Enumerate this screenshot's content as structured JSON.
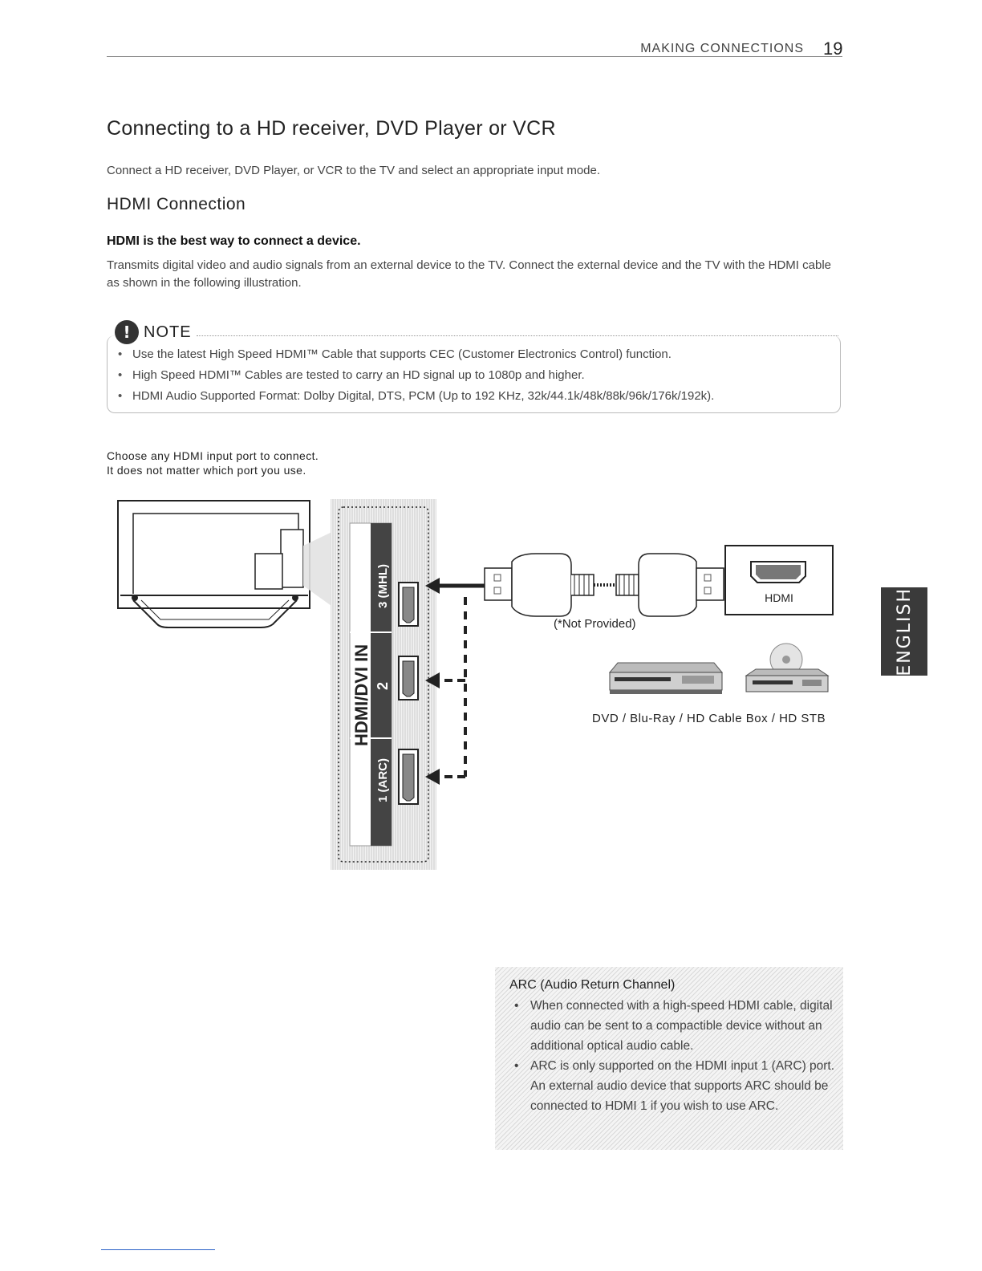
{
  "header": {
    "section": "MAKING CONNECTIONS",
    "page_number": "19"
  },
  "title": "Connecting to a HD receiver, DVD Player or VCR",
  "intro": "Connect a HD receiver, DVD Player, or VCR to the TV and select an appropriate input mode.",
  "subsection": "HDMI Connection",
  "lead": "HDMI is the best way to connect a device.",
  "paragraph": "Transmits digital video and audio signals from an external device to the TV. Connect the external device and the TV with the HDMI cable as shown in the following illustration.",
  "note": {
    "label": "NOTE",
    "icon": "!",
    "items": [
      "Use the latest High Speed HDMI™ Cable that supports CEC (Customer Electronics Control) function.",
      "High Speed HDMI™ Cables are tested to carry an HD signal up to 1080p and higher.",
      "HDMI Audio Supported Format: Dolby Digital, DTS, PCM (Up to 192 KHz, 32k/44.1k/48k/88k/96k/176k/192k)."
    ]
  },
  "choose": {
    "line1": "Choose any HDMI input port to connect.",
    "line2": "It does not matter which port you use."
  },
  "diagram": {
    "panel_label": "HDMI/DVI IN",
    "ports": [
      "3 (MHL)",
      "2",
      "1 (ARC)"
    ],
    "device_port_label": "HDMI",
    "cable_caption": "(*Not Provided)",
    "devices_caption": "DVD / Blu-Ray / HD Cable Box / HD STB"
  },
  "language_tab": "ENGLISH",
  "arc": {
    "title": "ARC (Audio Return Channel)",
    "items": [
      "When connected with a high-speed HDMI cable, digital audio can be sent to a compactible device without an additional optical audio cable.",
      "ARC is only supported on the HDMI input 1 (ARC) port. An external audio device that supports ARC should be connected to HDMI 1 if you wish to use ARC."
    ]
  }
}
